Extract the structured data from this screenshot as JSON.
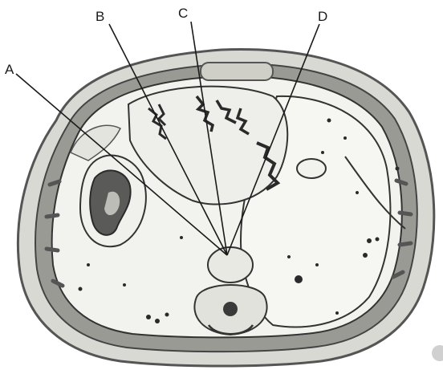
{
  "labels": {
    "a": "A",
    "b": "B",
    "c": "C",
    "d": "D"
  },
  "colors": {
    "ink": "#1a1a1a",
    "body_wall": "#8a8a8a",
    "organ_fill": "#f2f2ee",
    "dark_tissue": "#3a3a3a"
  }
}
